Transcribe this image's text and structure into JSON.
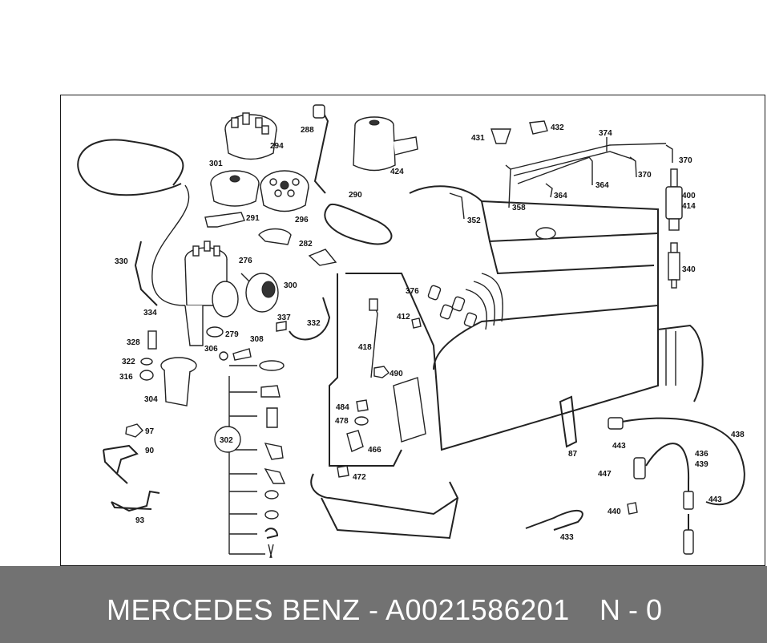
{
  "diagram": {
    "labels": [
      {
        "id": "288",
        "text": "288"
      },
      {
        "id": "294",
        "text": "294"
      },
      {
        "id": "301",
        "text": "301"
      },
      {
        "id": "424",
        "text": "424"
      },
      {
        "id": "290",
        "text": "290"
      },
      {
        "id": "296",
        "text": "296"
      },
      {
        "id": "291",
        "text": "291"
      },
      {
        "id": "282",
        "text": "282"
      },
      {
        "id": "330",
        "text": "330"
      },
      {
        "id": "276",
        "text": "276"
      },
      {
        "id": "300",
        "text": "300"
      },
      {
        "id": "334",
        "text": "334"
      },
      {
        "id": "337",
        "text": "337"
      },
      {
        "id": "332",
        "text": "332"
      },
      {
        "id": "328",
        "text": "328"
      },
      {
        "id": "279",
        "text": "279"
      },
      {
        "id": "308",
        "text": "308"
      },
      {
        "id": "306",
        "text": "306"
      },
      {
        "id": "322",
        "text": "322"
      },
      {
        "id": "316",
        "text": "316"
      },
      {
        "id": "304",
        "text": "304"
      },
      {
        "id": "97",
        "text": "97"
      },
      {
        "id": "90",
        "text": "90"
      },
      {
        "id": "302",
        "text": "302"
      },
      {
        "id": "93",
        "text": "93"
      },
      {
        "id": "431",
        "text": "431"
      },
      {
        "id": "432",
        "text": "432"
      },
      {
        "id": "374",
        "text": "374"
      },
      {
        "id": "370a",
        "text": "370"
      },
      {
        "id": "370b",
        "text": "370"
      },
      {
        "id": "364a",
        "text": "364"
      },
      {
        "id": "364b",
        "text": "364"
      },
      {
        "id": "358",
        "text": "358"
      },
      {
        "id": "352",
        "text": "352"
      },
      {
        "id": "400",
        "text": "400"
      },
      {
        "id": "414",
        "text": "414"
      },
      {
        "id": "340",
        "text": "340"
      },
      {
        "id": "376",
        "text": "376"
      },
      {
        "id": "412",
        "text": "412"
      },
      {
        "id": "418",
        "text": "418"
      },
      {
        "id": "490",
        "text": "490"
      },
      {
        "id": "484",
        "text": "484"
      },
      {
        "id": "478",
        "text": "478"
      },
      {
        "id": "466",
        "text": "466"
      },
      {
        "id": "472",
        "text": "472"
      },
      {
        "id": "87",
        "text": "87"
      },
      {
        "id": "443a",
        "text": "443"
      },
      {
        "id": "438",
        "text": "438"
      },
      {
        "id": "436",
        "text": "436"
      },
      {
        "id": "439",
        "text": "439"
      },
      {
        "id": "447",
        "text": "447"
      },
      {
        "id": "443b",
        "text": "443"
      },
      {
        "id": "440",
        "text": "440"
      },
      {
        "id": "433",
        "text": "433"
      }
    ]
  },
  "footer": {
    "title": "MERCEDES BENZ - A0021586201",
    "code": "N - 0"
  },
  "colors": {
    "footer_bg": "#727272",
    "footer_text": "#ffffff",
    "line": "#222222"
  }
}
